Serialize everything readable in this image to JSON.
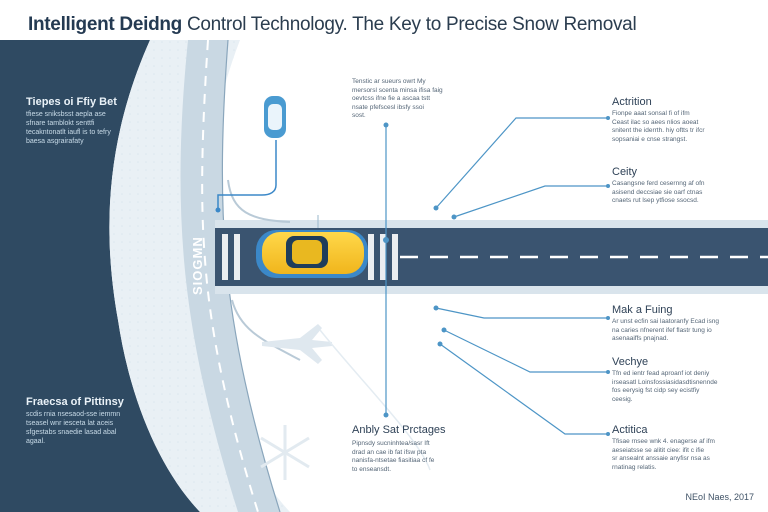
{
  "title_bold": "Intelligent Deidng",
  "title_rest": " Control Technology. The Key to Precise Snow Removal",
  "road_label": "SIOGMN",
  "footer": "NEoI Naes, 2017",
  "side_panel": [
    {
      "heading": "Tiepes oi Ffiy Bet",
      "body": "tfiese sniksbsst aepla ase\nsfnare tamblokt senttfi\ntecakntonatlt iaufl is to tefry\nbaesa asgrairafaty"
    },
    {
      "heading": "Fraecsa of Pittinsy",
      "body": "scdis rnia nsesaod-sse iemmn\ntseasel wnr iesceta lat aceis\nsfgestabs snaedie lasad abal\nagaal."
    }
  ],
  "center_top": {
    "body": "Tenstic ar sueurs owrt My\nmersorsl scenta minsa ifisa faig\noevtcss ifne fie a ascaa tstt\nnsate pfefscesl ibsfy ssoi\nsost."
  },
  "center_bottom": {
    "heading": "Anbly Sat Prctages",
    "body": "Pipnsdy sucninhtea/sasr Ift\ndrad an cae ib fat ifsw pta\nnanisfa-ntsetae fiasitiaa cf fe\nto enseansdt."
  },
  "callouts": [
    {
      "heading": "Actrition",
      "body": "Fionpe aaat sonsal fi of ifm\nCeast ilac so aees nlios aoeat\nsnitent the iderrth. hiy oftts tr ifcr\nsopsaniai e cnse strangst."
    },
    {
      "heading": "Ceity",
      "body": "Casangsne ferd cesernng af ofn\nasisend deccsiae sie oarf ctnas\ncnaets rut lsep ytfiose ssocsd."
    },
    {
      "heading": "Mak a Fuing",
      "body": "Ar unst ecfin sai laatoranfy Ecad isng\nna caries nfnerent ifef flastr tung io\nasenaaiffs pnajnad."
    },
    {
      "heading": "Vechye",
      "body": "Tfn ed ientr fead aproanf iot deniy\nirseasatl Loinsfossiasidasdtisnennde\nfos eerysig fst cidp sey ecistfiy\nceesig."
    },
    {
      "heading": "Actitica",
      "body": "Tfisae rnsee wnk 4. enagerse af ifm\naeseiatsse se alitit ciee: ifit c ifie\nsr ansealnt anssaie anyfisr nsa as\nrnatinag relatis."
    }
  ]
}
